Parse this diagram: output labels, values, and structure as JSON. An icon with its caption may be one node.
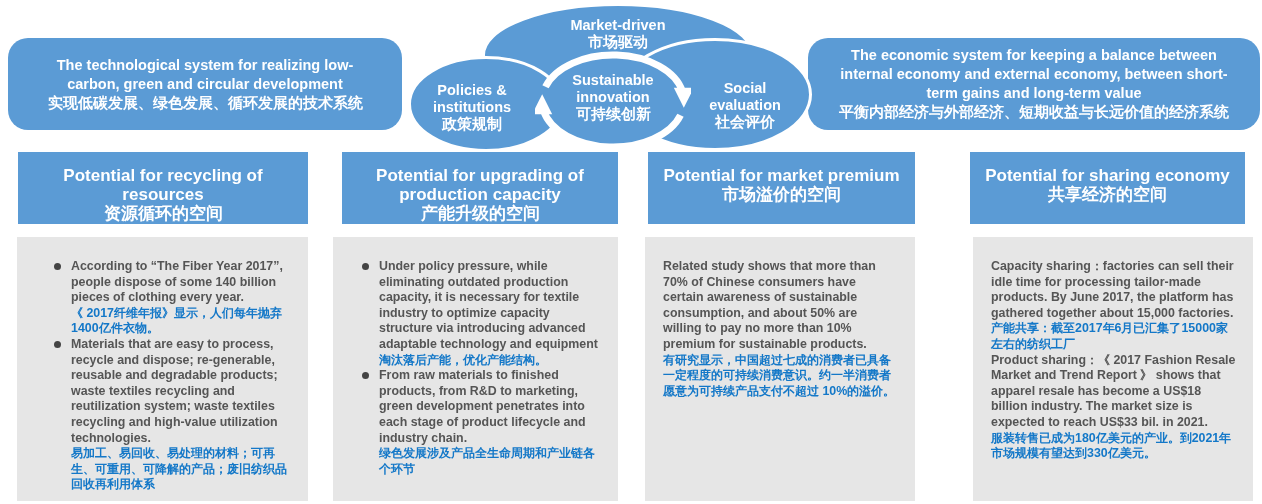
{
  "diagram": {
    "nodes": [
      {
        "text": [
          "The technological system for realizing low-carbon, green and circular development",
          "实现低碳发展、绿色发展、循环发展的技术系统"
        ]
      },
      {
        "text": [
          "Market-driven",
          "市场驱动"
        ]
      },
      {
        "text": [
          "Policies & institutions",
          "政策规制"
        ]
      },
      {
        "text": [
          "Sustainable innovation",
          "可持续创新"
        ]
      },
      {
        "text": [
          "Social evaluation",
          "社会评价"
        ]
      },
      {
        "text": [
          "The economic system for keeping a balance between internal economy and external economy, between short-term gains and long-term value",
          "平衡内部经济与外部经济、短期收益与长远价值的经济系统"
        ]
      },
      {
        "text": [
          "Potential for recycling of resources",
          "资源循环的空间"
        ]
      },
      {
        "text": [
          "According to “The Fiber  Year  2017”, people dispose of some 140 billion pieces of clothing every year.",
          "《 2017纤维年报》显示，人们每年抛弃1400亿件衣物。",
          "Materials that  are easy to process, recycle and dispose; re-generable, reusable and degradable products; waste textiles recycling and reutilization system; waste textiles recycling and high-value utilization technologies.",
          "易加工、易回收、易处理的材料；可再生、可重用、可降解的产品；废旧纺织品回收再利用体系"
        ]
      },
      {
        "text": [
          "Potential for upgrading of production capacity",
          "产能升级的空间"
        ]
      },
      {
        "text": [
          "Under policy pressure, while eliminating outdated production capacity, it is necessary for textile industry to optimize capacity structure via introducing advanced adaptable technology and equipment",
          "淘汰落后产能，优化产能结构。",
          "From raw materials to finished products, from R&D to marketing, green development penetrates into each stage of product lifecycle and industry chain.",
          "绿色发展涉及产品全生命周期和产业链各个环节"
        ]
      },
      {
        "text": [
          "Potential for market premium",
          "市场溢价的空间"
        ]
      },
      {
        "text": [
          "Related study shows that more than 70% of Chinese consumers have certain awareness of sustainable consumption, and about 50% are willing to pay no more than 10% premium for sustainable products.",
          "有研究显示，中国超过七成的消费者已具备一定程度的可持续消费意识。约一半消费者愿意为可持续产品支付不超过 10%的溢价。"
        ]
      },
      {
        "text": [
          "Potential for sharing economy",
          "共享经济的空间"
        ]
      },
      {
        "text": [
          "Capacity sharing：factories can sell their idle time for processing tailor-made products. By June 2017, the platform has gathered together about 15,000 factories.",
          "产能共享：截至2017年6月已汇集了15000家左右的纺织工厂",
          "Product sharing：《 2017 Fashion Resale Market and Trend Report 》 shows that apparel resale has become a US$18 billion industry. The market size is expected  to reach US$33 bil. in 2021.",
          "服装转售已成为180亿美元的产业。到2021年市场规模有望达到330亿美元。"
        ]
      }
    ]
  }
}
